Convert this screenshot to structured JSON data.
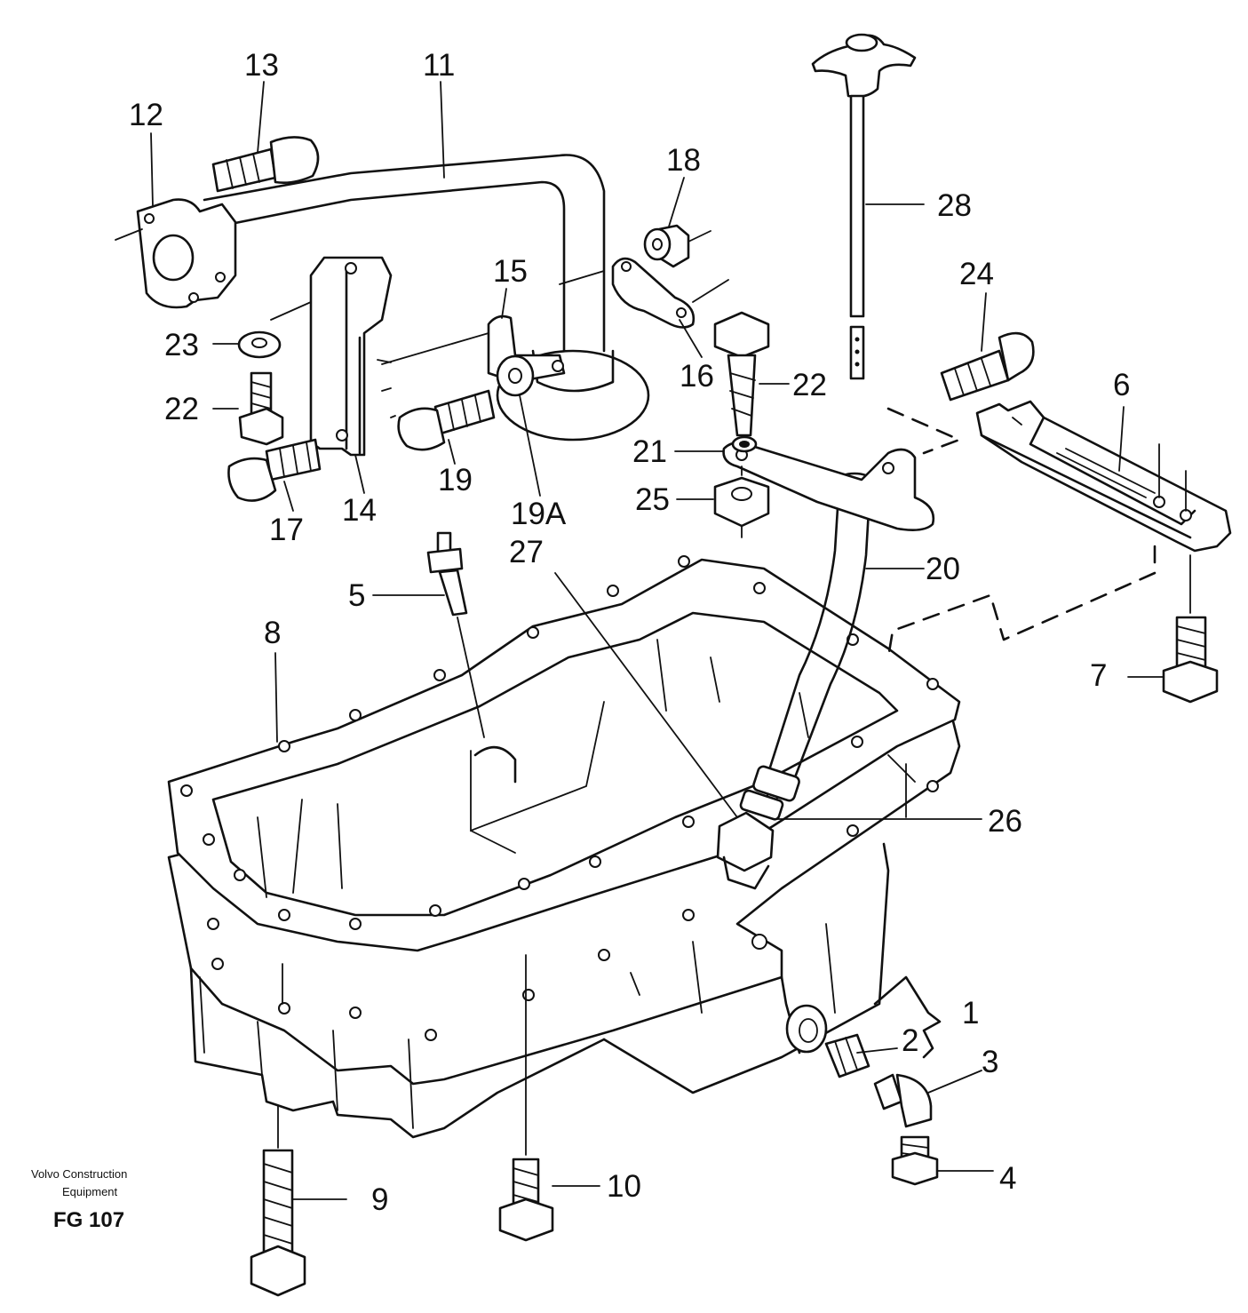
{
  "labels": {
    "l1": "1",
    "l2": "2",
    "l3": "3",
    "l4": "4",
    "l5": "5",
    "l6": "6",
    "l7": "7",
    "l8": "8",
    "l9": "9",
    "l10": "10",
    "l11": "11",
    "l12": "12",
    "l13": "13",
    "l14": "14",
    "l15": "15",
    "l16": "16",
    "l17": "17",
    "l18": "18",
    "l19": "19",
    "l19a": "19A",
    "l20": "20",
    "l21": "21",
    "l22a": "22",
    "l22b": "22",
    "l23": "23",
    "l24": "24",
    "l25": "25",
    "l26": "26",
    "l27": "27",
    "l28": "28"
  },
  "footer": {
    "brand_line1": "Volvo Construction",
    "brand_line2": "Equipment",
    "figure_code": "FG 107"
  }
}
